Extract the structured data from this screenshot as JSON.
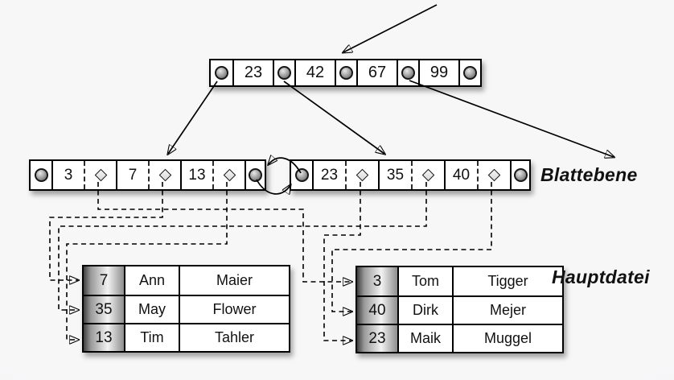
{
  "colors": {
    "ink": "#111111",
    "background": "#f5f5f6",
    "node_fill": "#ffffff"
  },
  "labels": {
    "leaf_level": "Blattebene",
    "main_file": "Hauptdatei"
  },
  "root_node": {
    "keys": [
      "23",
      "42",
      "67",
      "99"
    ]
  },
  "leaf_nodes": [
    {
      "keys": [
        "3",
        "7",
        "13"
      ]
    },
    {
      "keys": [
        "23",
        "35",
        "40"
      ]
    }
  ],
  "tables": [
    {
      "rows": [
        [
          "7",
          "Ann",
          "Maier"
        ],
        [
          "35",
          "May",
          "Flower"
        ],
        [
          "13",
          "Tim",
          "Tahler"
        ]
      ]
    },
    {
      "rows": [
        [
          "3",
          "Tom",
          "Tigger"
        ],
        [
          "40",
          "Dirk",
          "Mejer"
        ],
        [
          "23",
          "Maik",
          "Muggel"
        ]
      ]
    }
  ]
}
